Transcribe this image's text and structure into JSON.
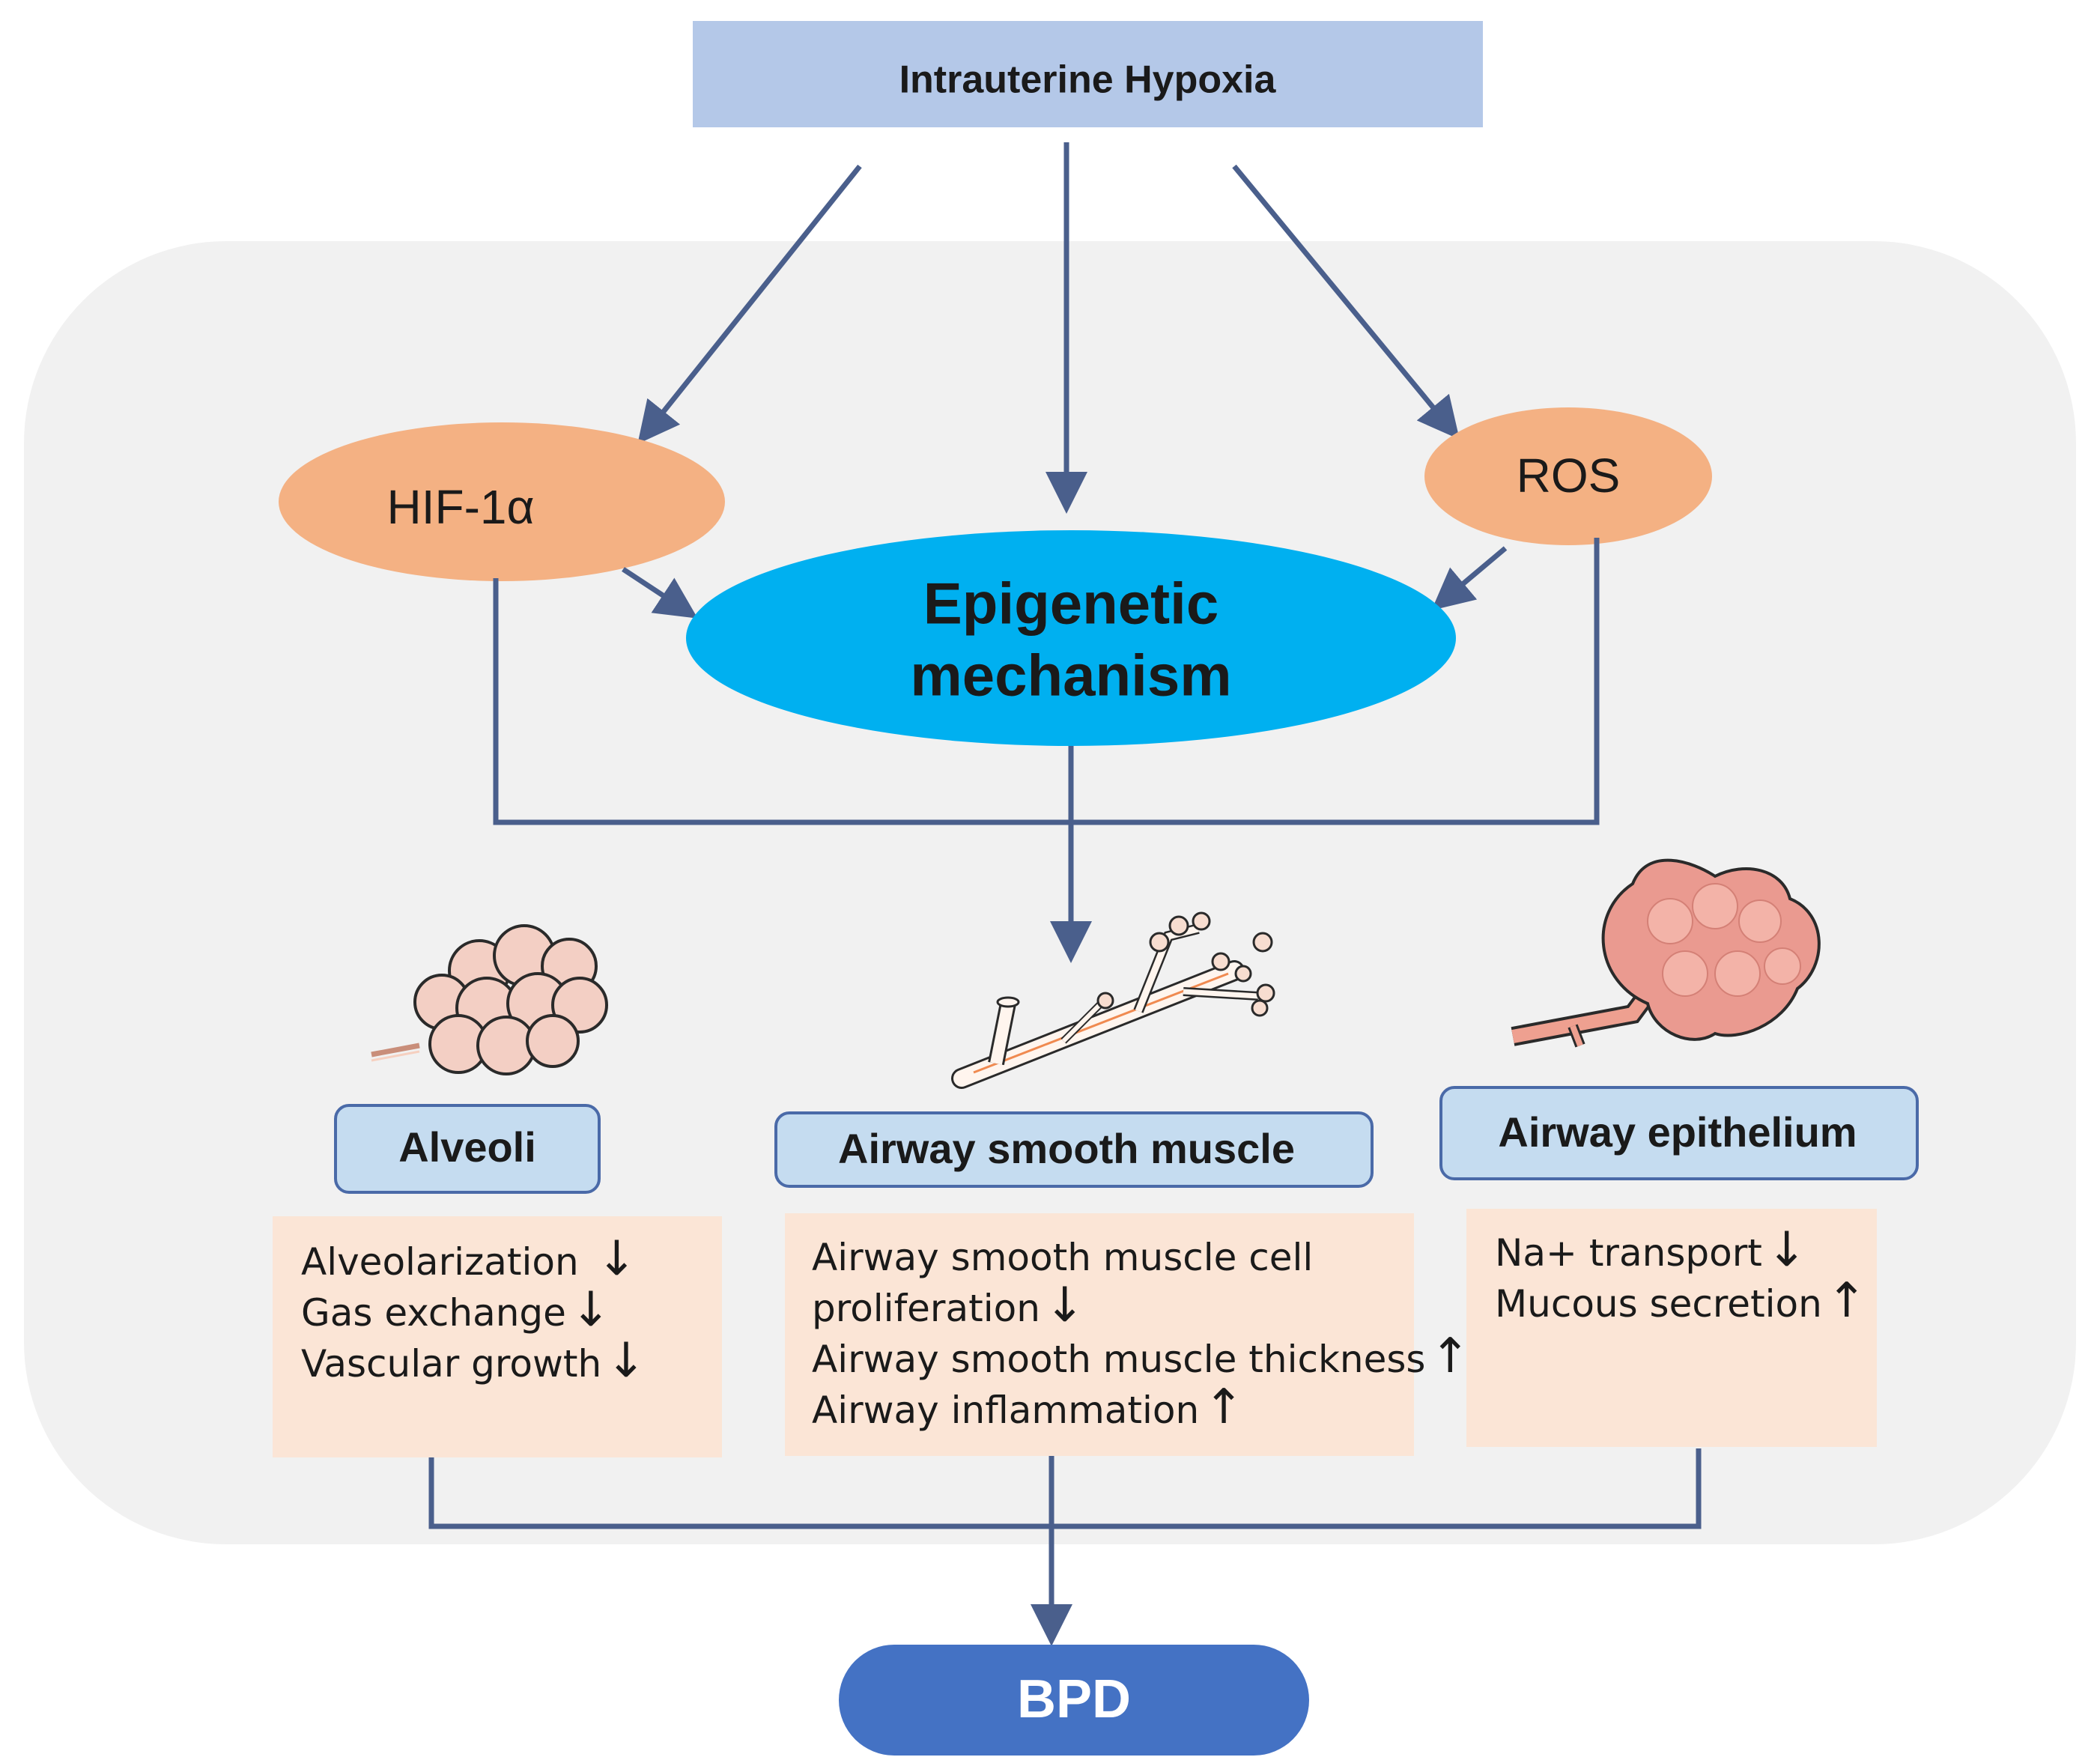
{
  "top_box": {
    "label": "Intrauterine Hypoxia"
  },
  "mediators": {
    "hif": {
      "label": "HIF-1α"
    },
    "ros": {
      "label": "ROS"
    }
  },
  "center": {
    "line1": "Epigenetic",
    "line2": "mechanism"
  },
  "sections": [
    {
      "title": "Alveoli",
      "icon": "alveoli-cluster-icon",
      "effects": [
        {
          "text": "Alveolarization",
          "dir": "down"
        },
        {
          "text": "Gas exchange",
          "dir": "down"
        },
        {
          "text": "Vascular growth",
          "dir": "down"
        }
      ]
    },
    {
      "title": "Airway smooth muscle",
      "icon": "bronchial-tree-icon",
      "effects": [
        {
          "text": "Airway smooth muscle cell",
          "dir": ""
        },
        {
          "text": "proliferation",
          "dir": "down"
        },
        {
          "text": "Airway smooth muscle thickness",
          "dir": "up"
        },
        {
          "text": "Airway inflammation",
          "dir": "up"
        }
      ]
    },
    {
      "title": "Airway epithelium",
      "icon": "airway-gland-icon",
      "effects": [
        {
          "text": "Na+ transport",
          "dir": "down"
        },
        {
          "text": "Mucous secretion",
          "dir": "up"
        }
      ]
    }
  ],
  "outcome": {
    "label": "BPD"
  },
  "colors": {
    "panel": "#f1f1f1",
    "top_box": "#b4c8e8",
    "mediator": "#f4b183",
    "center": "#00b0f0",
    "outcome": "#4472c4",
    "connector": "#4a5f8c",
    "section_header": "#c5dcf0",
    "effect_box": "#fbe5d6"
  }
}
